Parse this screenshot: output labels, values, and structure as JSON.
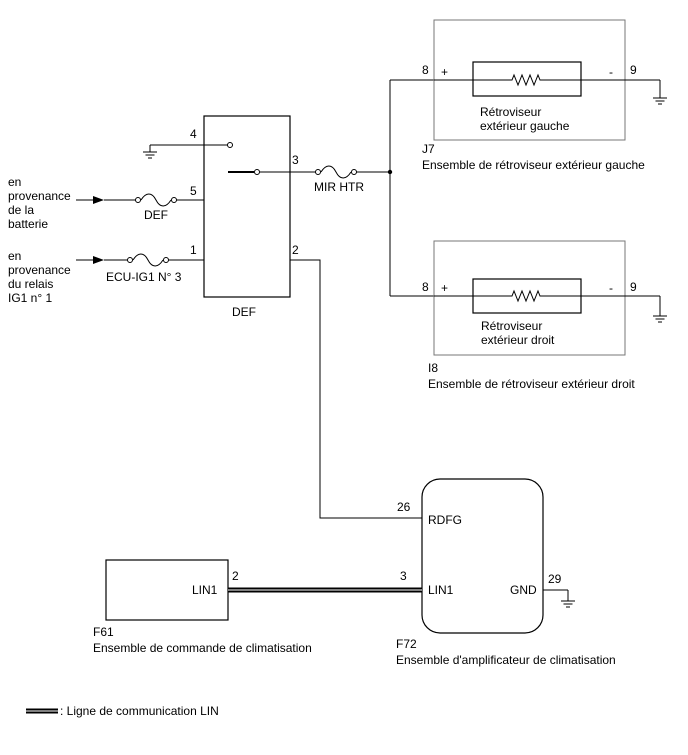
{
  "source_battery": [
    "en",
    "provenance",
    "de la",
    "batterie"
  ],
  "source_relay": [
    "en",
    "provenance",
    "du relais",
    "IG1 n° 1"
  ],
  "fuses": {
    "def": "DEF",
    "ecu_ig1": "ECU-IG1 N° 3",
    "mir_htr": "MIR HTR"
  },
  "relay": {
    "name": "DEF",
    "pins": {
      "p1": "1",
      "p2": "2",
      "p3": "3",
      "p4": "4",
      "p5": "5"
    }
  },
  "mirror_left": {
    "code": "J7",
    "name": "Ensemble de rétroviseur extérieur gauche",
    "heater": [
      "Rétroviseur",
      "extérieur gauche"
    ],
    "pin_plus": "8",
    "pin_minus": "9",
    "plus": "+",
    "minus": "-"
  },
  "mirror_right": {
    "code": "I8",
    "name": "Ensemble de rétroviseur extérieur droit",
    "heater": [
      "Rétroviseur",
      "extérieur droit"
    ],
    "pin_plus": "8",
    "pin_minus": "9",
    "plus": "+",
    "minus": "-"
  },
  "amplifier": {
    "code": "F72",
    "name": "Ensemble d'amplificateur de climatisation",
    "rdfg_pin": "26",
    "rdfg": "RDFG",
    "lin_pin": "3",
    "lin": "LIN1",
    "gnd_pin": "29",
    "gnd": "GND"
  },
  "control": {
    "code": "F61",
    "name": "Ensemble de commande de climatisation",
    "lin_pin": "2",
    "lin": "LIN1"
  },
  "legend": ": Ligne de communication LIN"
}
